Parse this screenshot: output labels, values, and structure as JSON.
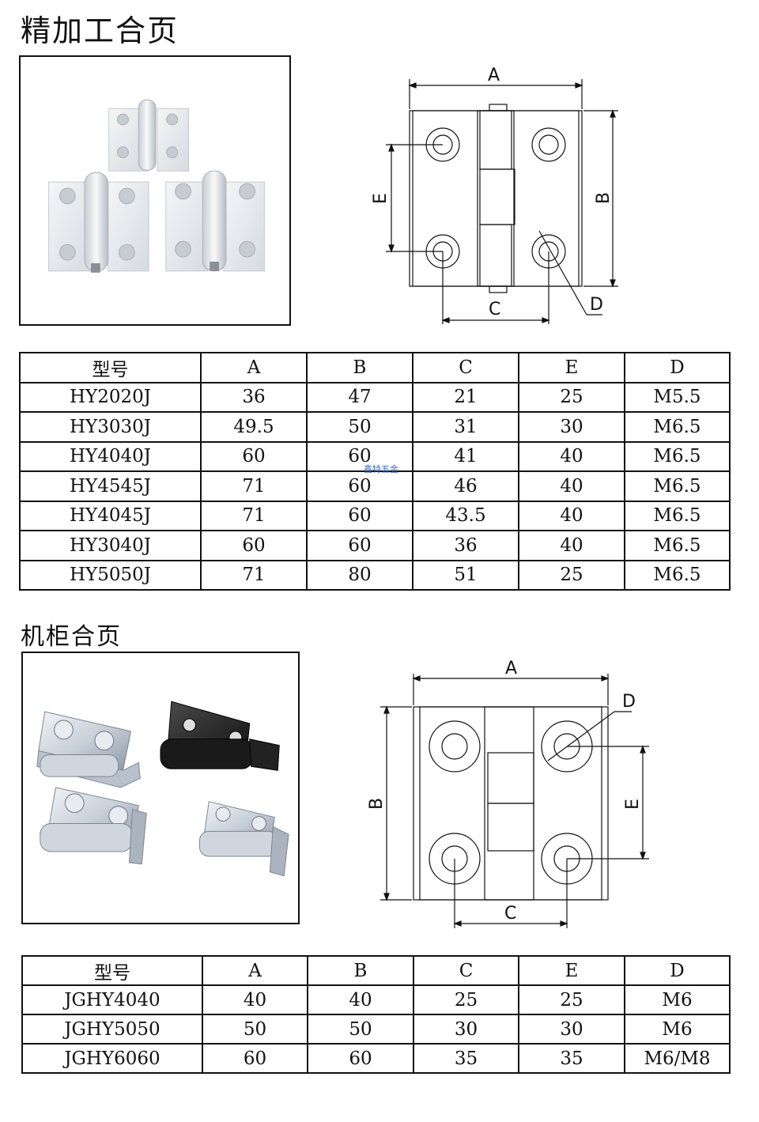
{
  "section1": {
    "title": "精加工合页",
    "diagram_labels": {
      "a": "A",
      "b": "B",
      "c": "C",
      "d": "D",
      "e": "E"
    },
    "table": {
      "headers": [
        "型号",
        "A",
        "B",
        "C",
        "E",
        "D"
      ],
      "rows": [
        [
          "HY2020J",
          "36",
          "47",
          "21",
          "25",
          "M5.5"
        ],
        [
          "HY3030J",
          "49.5",
          "50",
          "31",
          "30",
          "M6.5"
        ],
        [
          "HY4040J",
          "60",
          "60",
          "41",
          "40",
          "M6.5"
        ],
        [
          "HY4545J",
          "71",
          "60",
          "46",
          "40",
          "M6.5"
        ],
        [
          "HY4045J",
          "71",
          "60",
          "43.5",
          "40",
          "M6.5"
        ],
        [
          "HY3040J",
          "60",
          "60",
          "36",
          "40",
          "M6.5"
        ],
        [
          "HY5050J",
          "71",
          "80",
          "51",
          "25",
          "M6.5"
        ]
      ]
    },
    "watermark": "鑫特五金"
  },
  "section2": {
    "title": "机柜合页",
    "diagram_labels": {
      "a": "A",
      "b": "B",
      "c": "C",
      "d": "D",
      "e": "E"
    },
    "table": {
      "headers": [
        "型号",
        "A",
        "B",
        "C",
        "E",
        "D"
      ],
      "rows": [
        [
          "JGHY4040",
          "40",
          "40",
          "25",
          "25",
          "M6"
        ],
        [
          "JGHY5050",
          "50",
          "50",
          "30",
          "30",
          "M6"
        ],
        [
          "JGHY6060",
          "60",
          "60",
          "35",
          "35",
          "M6/M8"
        ]
      ]
    }
  },
  "colors": {
    "line": "#111111",
    "metal_light": "#e9ecef",
    "metal_dark": "#9aa1a8",
    "black_hinge": "#222222",
    "watermark": "#3a6fc4"
  }
}
